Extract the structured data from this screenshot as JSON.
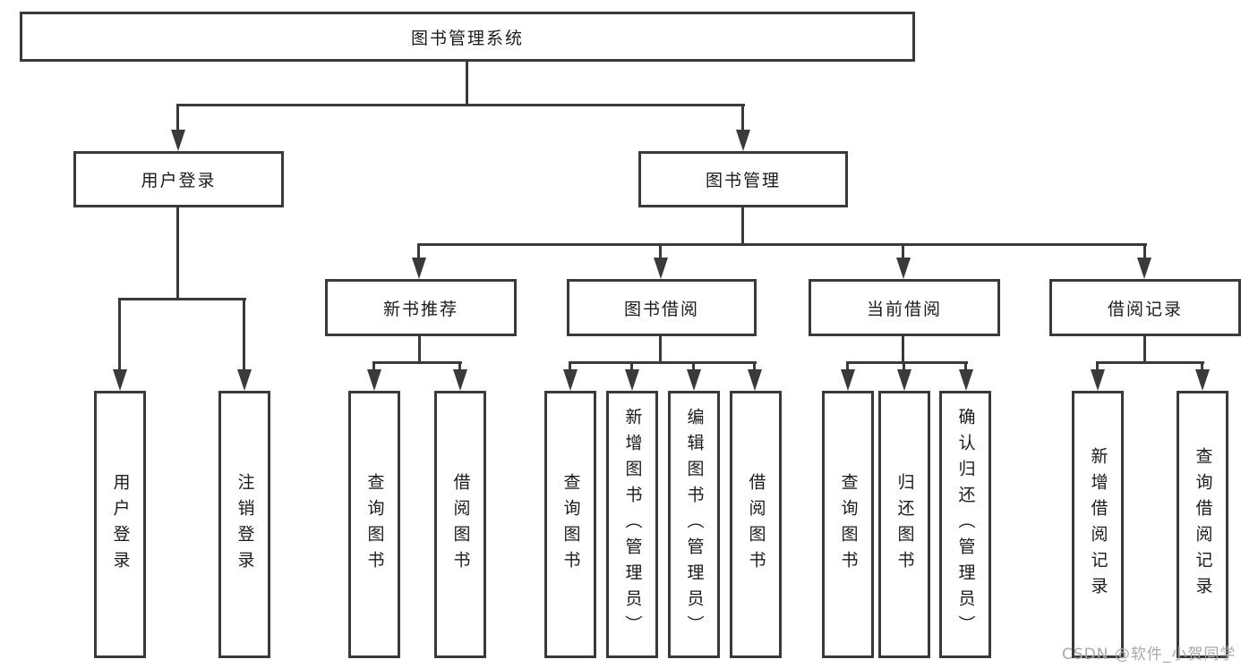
{
  "diagram": {
    "title": "图书管理系统",
    "level1": [
      {
        "id": "user-login",
        "label": "用户登录"
      },
      {
        "id": "book-management",
        "label": "图书管理"
      }
    ],
    "level2": [
      {
        "id": "new-book-recommend",
        "label": "新书推荐"
      },
      {
        "id": "book-borrow",
        "label": "图书借阅"
      },
      {
        "id": "current-borrow",
        "label": "当前借阅"
      },
      {
        "id": "borrow-records",
        "label": "借阅记录"
      }
    ],
    "leaves": {
      "user_login": [
        "用户登录",
        "注销登录"
      ],
      "new_book": [
        "查询图书",
        "借阅图书"
      ],
      "book_borrow": [
        "查询图书",
        "新增图书（管理员）",
        "编辑图书（管理员）",
        "借阅图书"
      ],
      "current_borrow": [
        "查询图书",
        "归还图书",
        "确认归还（管理员）"
      ],
      "borrow_records": [
        "新增借阅记录",
        "查询借阅记录"
      ]
    }
  },
  "watermark": "CSDN @软件_小贺同学",
  "colors": {
    "line": "#3a3a3a",
    "text": "#1b1b1b",
    "watermark": "#a9a9a9",
    "background": "#ffffff"
  }
}
